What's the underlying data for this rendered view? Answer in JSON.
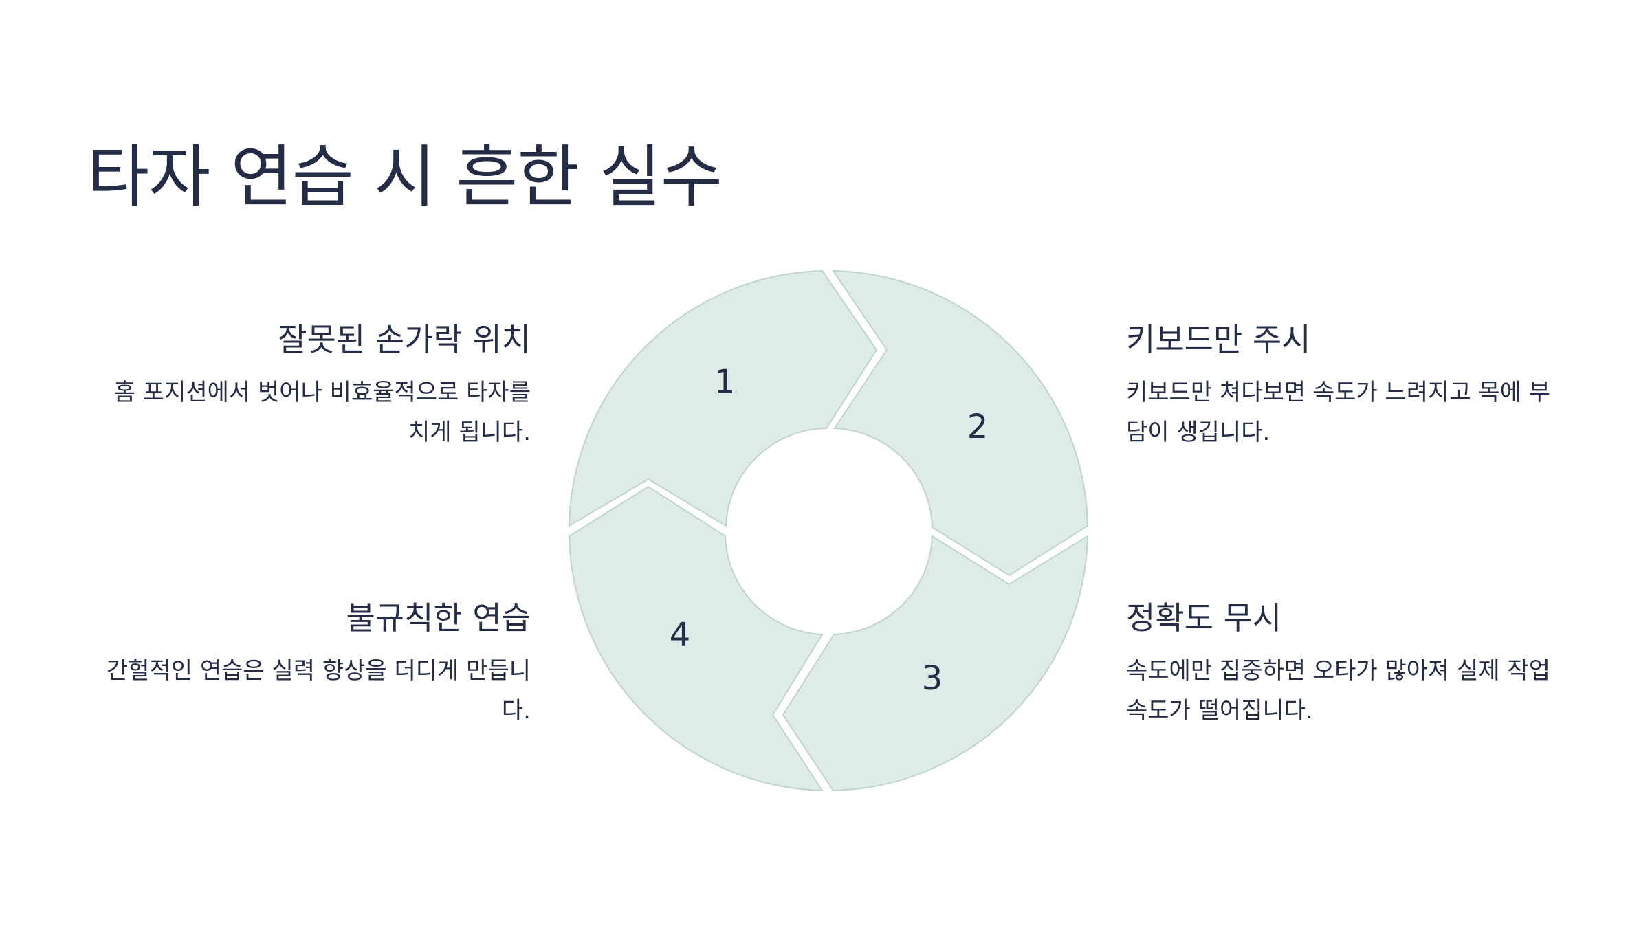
{
  "title": "타자 연습 시 흔한 실수",
  "colors": {
    "text": "#252c45",
    "segment_fill": "#dfebe8",
    "segment_stroke": "#bfd4cf",
    "background": "#ffffff"
  },
  "cycle": {
    "segments": [
      {
        "number": "1"
      },
      {
        "number": "2"
      },
      {
        "number": "3"
      },
      {
        "number": "4"
      }
    ]
  },
  "items": [
    {
      "title": "잘못된 손가락 위치",
      "description": "홈 포지션에서 벗어나 비효율적으로 타자를 치게 됩니다."
    },
    {
      "title": "키보드만 주시",
      "description": "키보드만 쳐다보면 속도가 느려지고 목에 부담이 생깁니다."
    },
    {
      "title": "정확도 무시",
      "description": "속도에만 집중하면 오타가 많아져 실제 작업 속도가 떨어집니다."
    },
    {
      "title": "불규칙한 연습",
      "description": "간헐적인 연습은 실력 향상을 더디게 만듭니다."
    }
  ]
}
